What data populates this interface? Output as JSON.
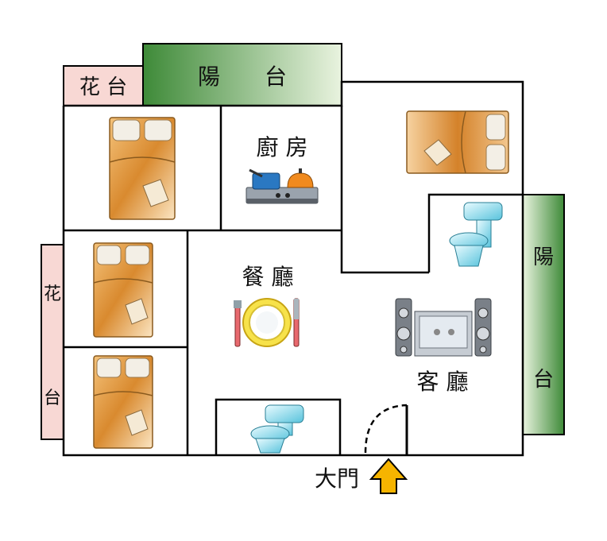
{
  "labels": {
    "flower_bed_top": "花 台",
    "balcony_top": "陽　　台",
    "kitchen": "廚 房",
    "dining": "餐 廳",
    "living": "客 廳",
    "flower_left_1": "花",
    "flower_left_2": "台",
    "balcony_right_1": "陽",
    "balcony_right_2": "台",
    "main_door": "大門"
  },
  "colors": {
    "wall": "#000000",
    "flower_bed": "#f7d6d2",
    "balcony_dark": "#3f8f3a",
    "balcony_light": "#e6f2dc",
    "door_arrow": "#f5b400",
    "bed_wood": "#d88a2c",
    "toilet": "#7fd2e3"
  },
  "icons": [
    "bed-icon",
    "toilet-icon",
    "stove-icon",
    "plate-icon",
    "stereo-icon",
    "arrow-up-icon"
  ]
}
